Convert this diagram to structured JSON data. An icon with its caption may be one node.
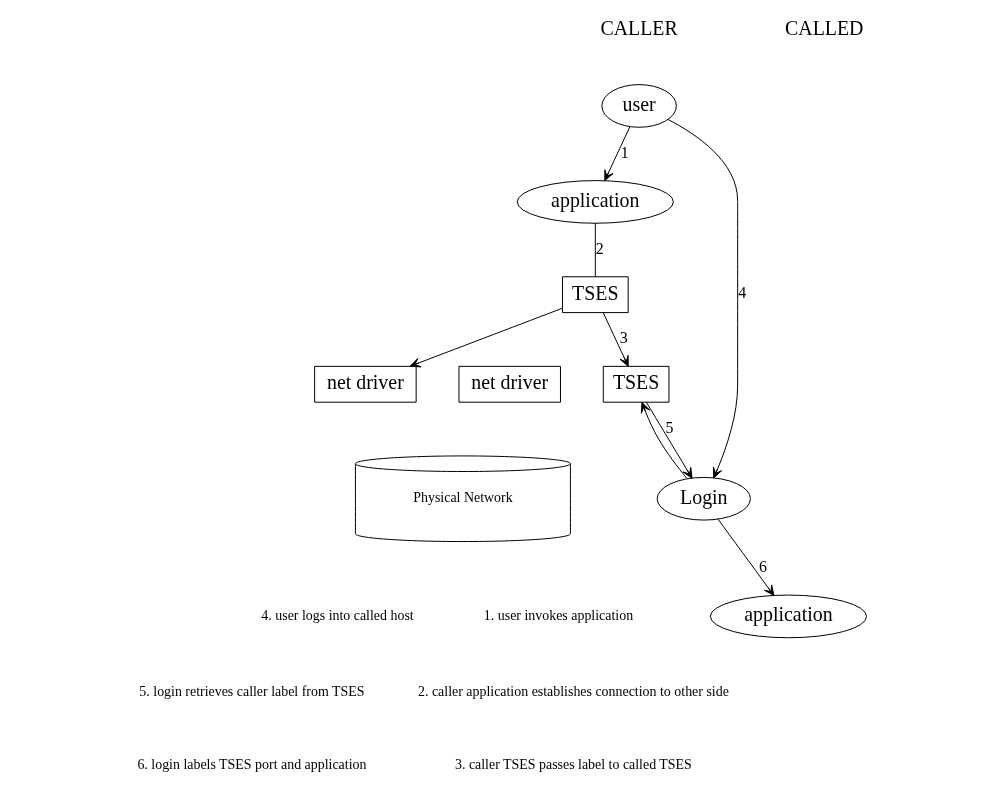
{
  "diagram": {
    "nodes": [
      {
        "text": [
          "user"
        ]
      },
      {
        "text": [
          "application"
        ]
      },
      {
        "text": [
          "TSES"
        ]
      },
      {
        "text": [
          "net driver"
        ]
      },
      {
        "text": [
          "application"
        ]
      },
      {
        "text": [
          "Login"
        ]
      },
      {
        "text": [
          "TSES"
        ]
      },
      {
        "text": [
          "net driver"
        ]
      },
      {
        "text": [
          "Physical Network"
        ]
      }
    ],
    "edges": [
      {
        "from": 0,
        "to": 1,
        "arrow": "to",
        "label": "1"
      },
      {
        "from": 1,
        "to": 2,
        "arrow": "none",
        "label": "2"
      },
      {
        "from": 2,
        "to": 7,
        "arrow": "to"
      },
      {
        "from": 2,
        "to": 6,
        "arrow": "to",
        "label": "3"
      },
      {
        "from": 0,
        "to": 5,
        "arrow": "to",
        "label": "4"
      },
      {
        "from": 6,
        "to": 5,
        "arrow": "to",
        "label": "5"
      },
      {
        "from": 5,
        "to": 4,
        "arrow": "to",
        "label": "6"
      },
      {
        "from": 5,
        "to": 6,
        "arrow": "to"
      }
    ],
    "labels": [
      "CALLER",
      "CALLED",
      "1. user invokes application",
      "2. caller application establishes connection to other side",
      "3. caller TSES passes label to called TSES",
      "4. user logs into called host",
      "5. login retrieves caller label from TSES",
      "6. login labels TSES port and application"
    ]
  }
}
